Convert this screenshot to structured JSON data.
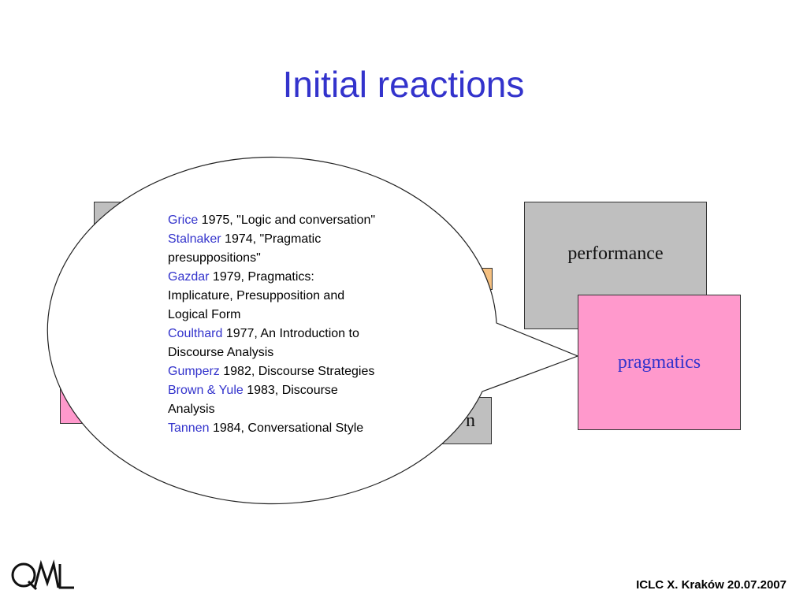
{
  "title": "Initial reactions",
  "boxes": {
    "performance": "performance",
    "pragmatics": "pragmatics",
    "bottom_gray_fragment": "n"
  },
  "references": [
    {
      "author": "Grice",
      "rest_lines": [
        " 1975, \"Logic and conversation\""
      ]
    },
    {
      "author": "Stalnaker",
      "rest_lines": [
        " 1974, \"Pragmatic",
        "presuppositions\""
      ]
    },
    {
      "author": "Gazdar",
      "rest_lines": [
        " 1979, Pragmatics:",
        "Implicature, Presupposition and",
        "Logical Form"
      ]
    },
    {
      "author": "Coulthard",
      "rest_lines": [
        " 1977, An Introduction to",
        "Discourse Analysis"
      ]
    },
    {
      "author": "Gumperz",
      "rest_lines": [
        " 1982, Discourse Strategies"
      ]
    },
    {
      "author": "Brown & Yule",
      "rest_lines": [
        " 1983, Discourse",
        "Analysis"
      ]
    },
    {
      "author": "Tannen",
      "rest_lines": [
        " 1984, Conversational Style"
      ]
    }
  ],
  "footer": "ICLC X. Kraków 20.07.2007",
  "colors": {
    "title": "#3333cc",
    "author": "#3333cc",
    "gray_box": "#bfbfbf",
    "pink_box": "#ff99cc",
    "orange_box": "#f5c080"
  },
  "logo_icon": "qml-logo-icon"
}
